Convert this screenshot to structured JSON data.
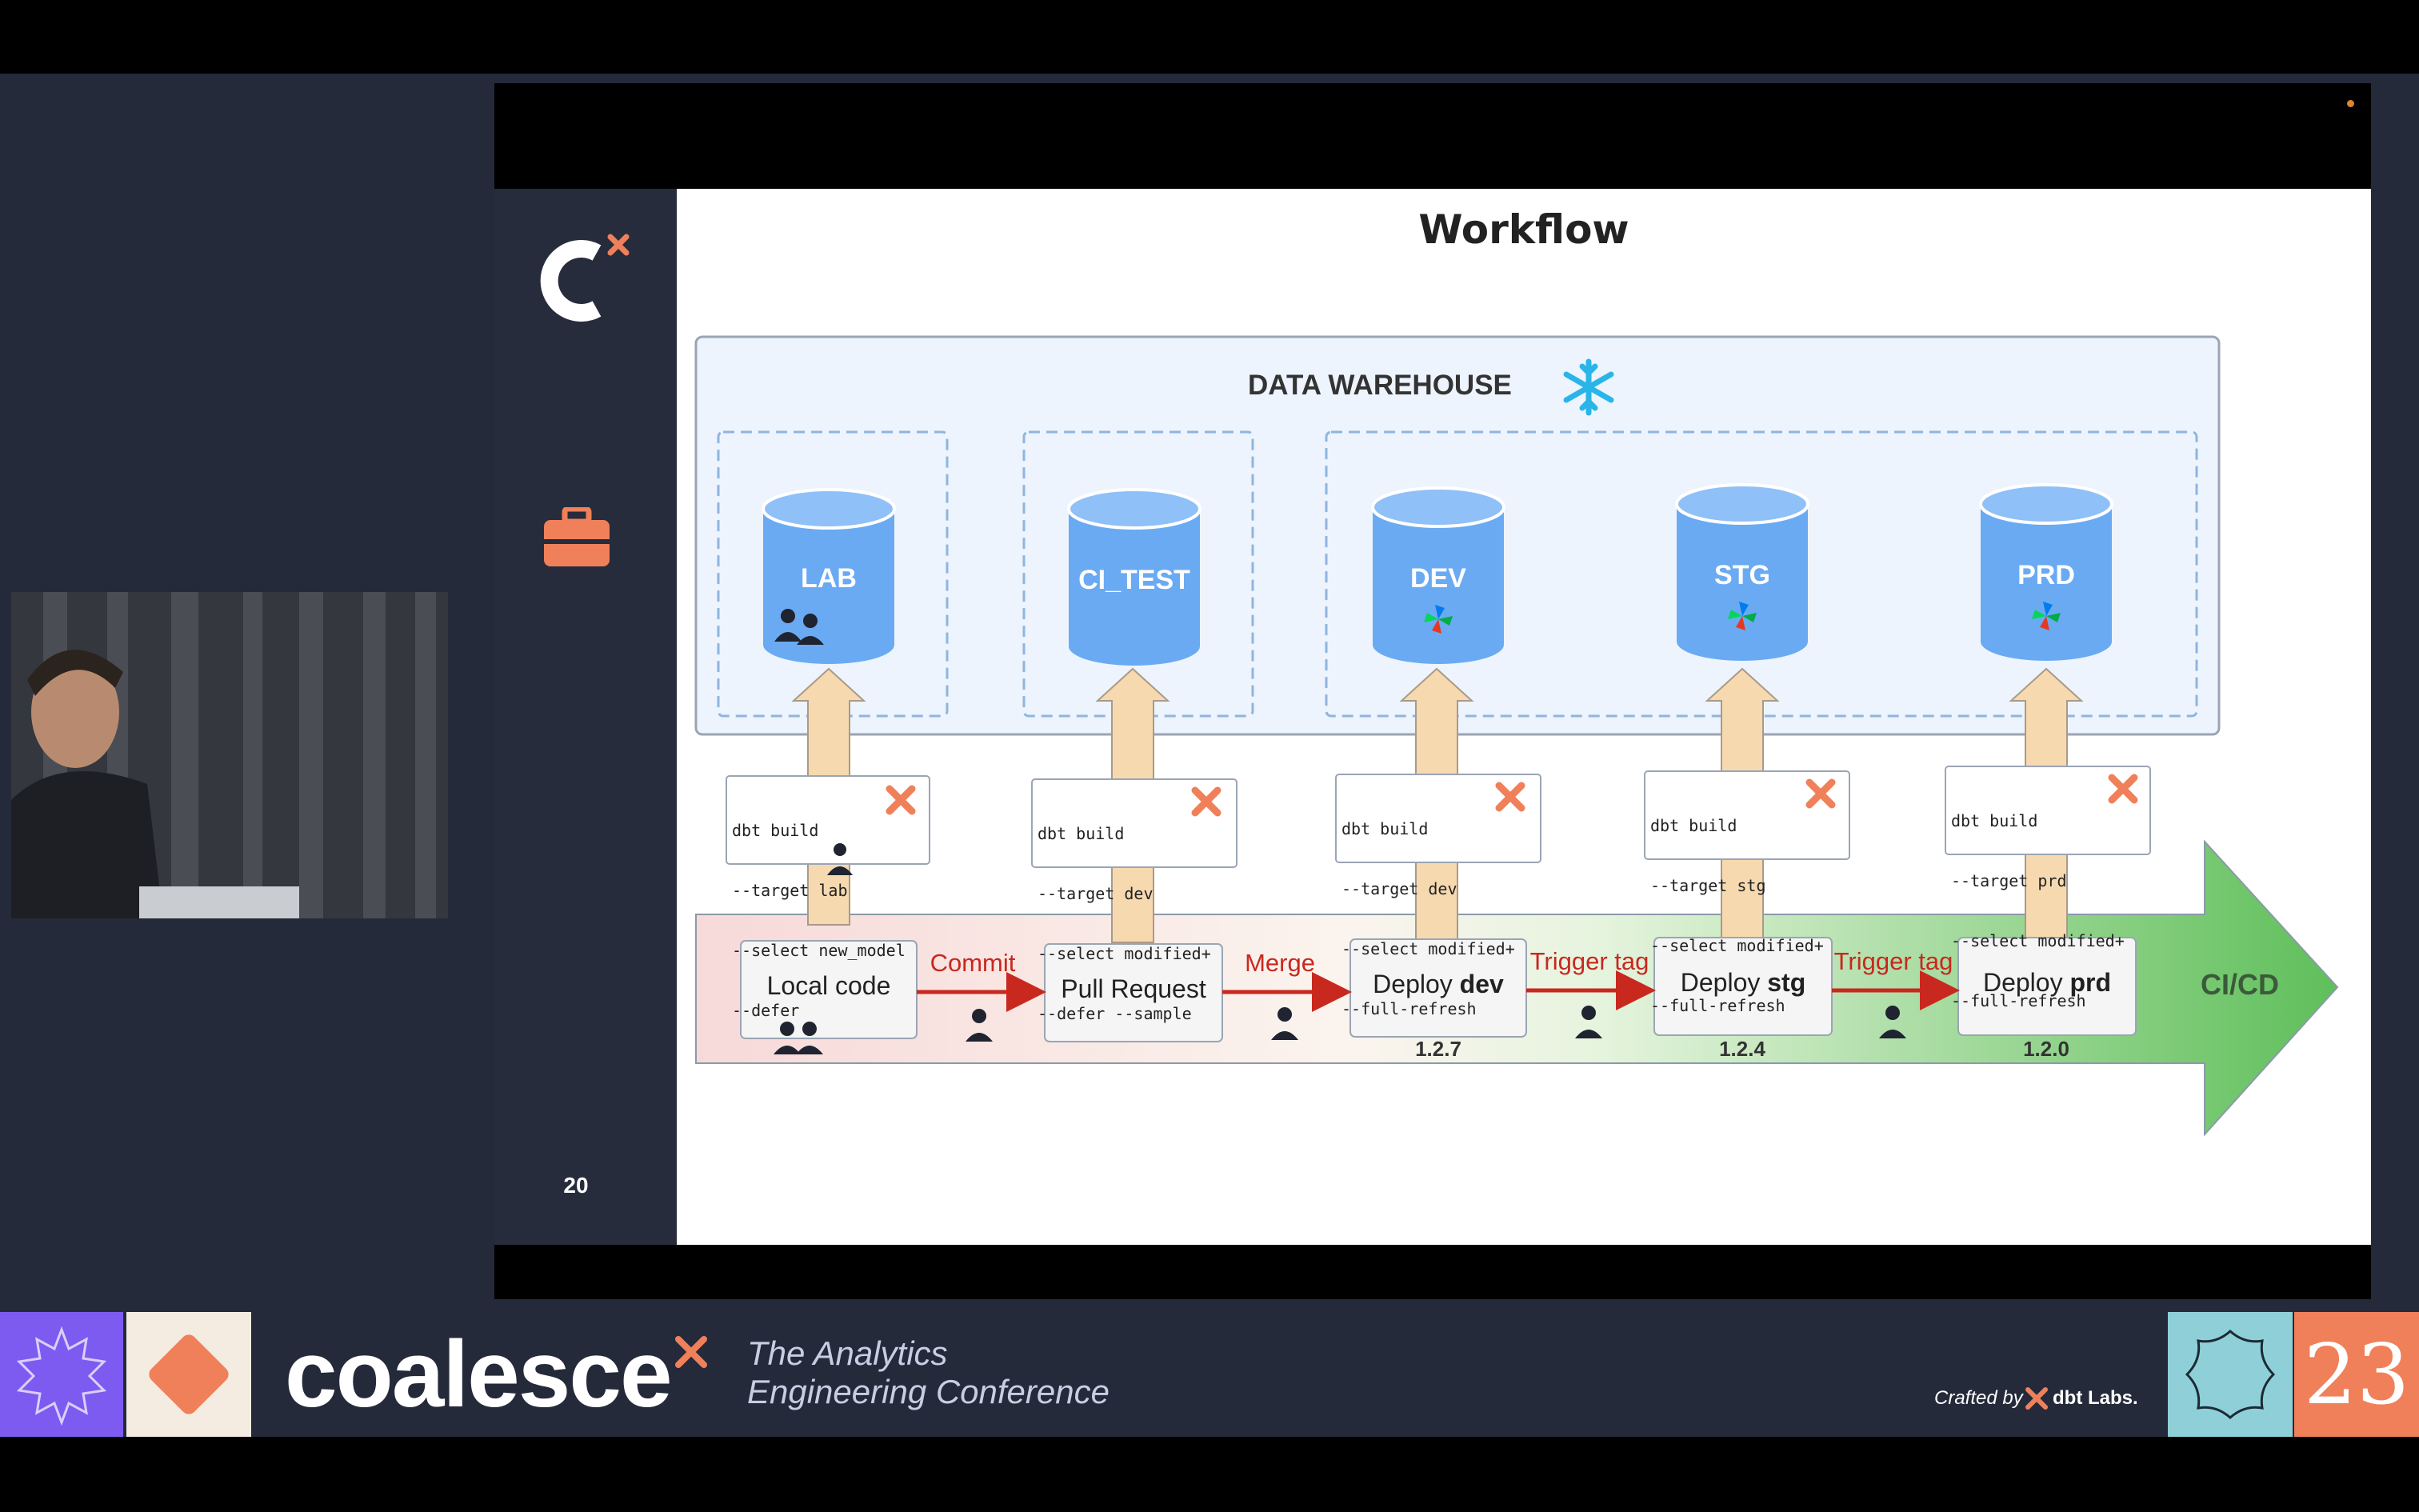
{
  "slide": {
    "title": "Workflow",
    "page_number": "20",
    "warehouse_label": "DATA WAREHOUSE",
    "databases": [
      {
        "label": "LAB"
      },
      {
        "label": "CI_TEST"
      },
      {
        "label": "DEV"
      },
      {
        "label": "STG"
      },
      {
        "label": "PRD"
      }
    ],
    "commands": [
      [
        "dbt build",
        "--target lab",
        "--select new_model",
        "--defer"
      ],
      [
        "dbt build",
        "--target dev",
        "--select modified+",
        "--defer --sample"
      ],
      [
        "dbt build",
        "--target dev",
        "--select modified+",
        "--full-refresh"
      ],
      [
        "dbt build",
        "--target stg",
        "--select modified+",
        "--full-refresh"
      ],
      [
        "dbt build",
        "--target prd",
        "--select modified+",
        "--full-refresh"
      ]
    ],
    "steps": [
      {
        "pre": "Local code",
        "bold": ""
      },
      {
        "pre": "Pull Request",
        "bold": ""
      },
      {
        "pre": "Deploy ",
        "bold": "dev"
      },
      {
        "pre": "Deploy ",
        "bold": "stg"
      },
      {
        "pre": "Deploy ",
        "bold": "prd"
      }
    ],
    "transitions": [
      "Commit",
      "Merge",
      "Trigger tag",
      "Trigger tag"
    ],
    "versions": [
      "1.2.7",
      "1.2.4",
      "1.2.0"
    ],
    "cicd_label": "CI/CD"
  },
  "footer": {
    "brand": "coalesce",
    "tagline_line1": "The Analytics",
    "tagline_line2": "Engineering Conference",
    "crafted_by": "Crafted by",
    "dbt_labs": "dbt Labs.",
    "year": "23"
  },
  "colors": {
    "accent_orange": "#f0805a",
    "db_blue": "#6aaaf3",
    "transition_red": "#c8281e",
    "cicd_green": "#6cc46a",
    "purple": "#7d5bf0",
    "teal": "#8fd0d8"
  }
}
